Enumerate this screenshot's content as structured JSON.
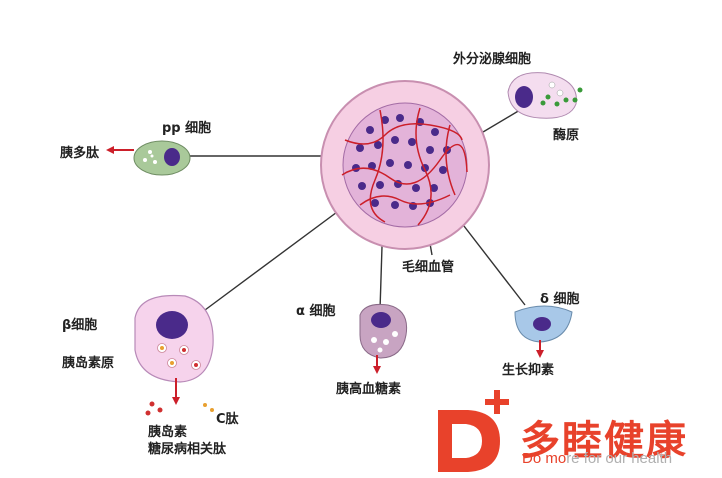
{
  "labels": {
    "exocrine_cell": "外分泌腺细胞",
    "zymogen": "酶原",
    "pp_cell": "pp 细胞",
    "pancreatic_polypeptide": "胰多肽",
    "capillary": "毛细血管",
    "beta_cell": "β细胞",
    "proinsulin": "胰岛素原",
    "insulin": "胰岛素",
    "c_peptide": "C肽",
    "diabetes_peptide": "糖尿病相关肽",
    "alpha_cell": "α 细胞",
    "glucagon": "胰高血糖素",
    "delta_cell": "δ 细胞",
    "somatostatin": "生长抑素"
  },
  "logo": {
    "brand": "多睦健康",
    "slogan_prefix": "Do mo",
    "slogan_suffix": "re for our health"
  },
  "colors": {
    "brand": "#e8422b",
    "nucleus": "#4a2a8a",
    "islet": "#f3c6e0"
  }
}
